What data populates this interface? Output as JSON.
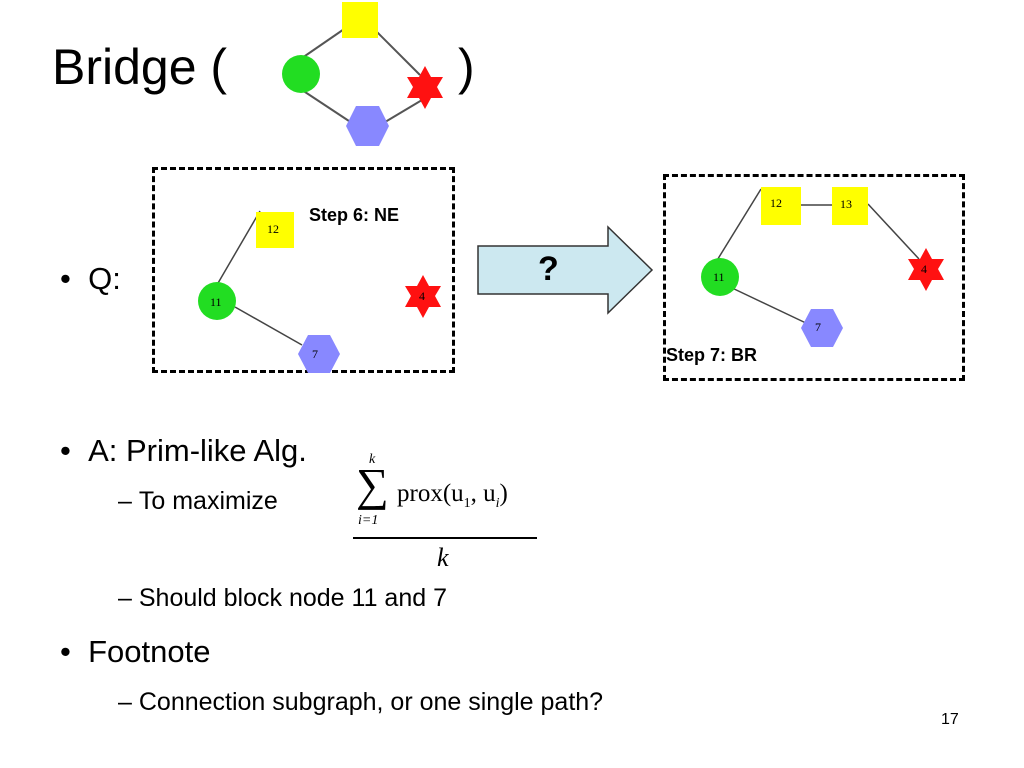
{
  "slide": {
    "title_prefix": "Bridge (",
    "title_suffix": ")",
    "page_number": "17",
    "colors": {
      "square": "#ffff00",
      "circle": "#22dd22",
      "star": "#ff1111",
      "hexagon": "#8888ff",
      "arrow_fill": "#cce8f0"
    }
  },
  "graph_before": {
    "step_label": "Step 6: NE",
    "nodes": {
      "square": "12",
      "circle": "11",
      "star": "4",
      "hexagon": "7"
    }
  },
  "arrow": {
    "label": "?"
  },
  "graph_after": {
    "step_label": "Step 7: BR",
    "nodes": {
      "square_a": "12",
      "square_b": "13",
      "circle": "11",
      "star": "4",
      "hexagon": "7"
    }
  },
  "bullets": {
    "q_label": "Q:",
    "a_label": "A: Prim-like Alg.",
    "maximize": "To maximize",
    "block": "Should block node 11 and 7",
    "footnote": "Footnote",
    "footnote_sub": "Connection subgraph, or one single path?"
  },
  "formula": {
    "upper_limit": "k",
    "lower_limit": "i=1",
    "numerator": "prox(u",
    "sub_1": "1",
    "comma": ", u",
    "sub_i": "i",
    "close": ")",
    "denominator": "k"
  }
}
